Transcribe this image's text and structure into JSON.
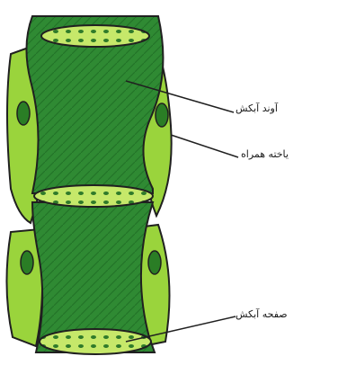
{
  "labels": {
    "sieve_tube_element": "آوند آبکش",
    "companion_cell": "یاخته همراه",
    "sieve_plate": "صفحه آبکش"
  },
  "colors": {
    "sieve_tube": "#2f8a33",
    "sieve_tube_dark": "#1f6d25",
    "companion_cell": "#9ad43c",
    "companion_cell_dark": "#74b52c",
    "nucleus": "#2a7d25",
    "sieve_plate": "#c6e86a",
    "outline": "#202020"
  }
}
